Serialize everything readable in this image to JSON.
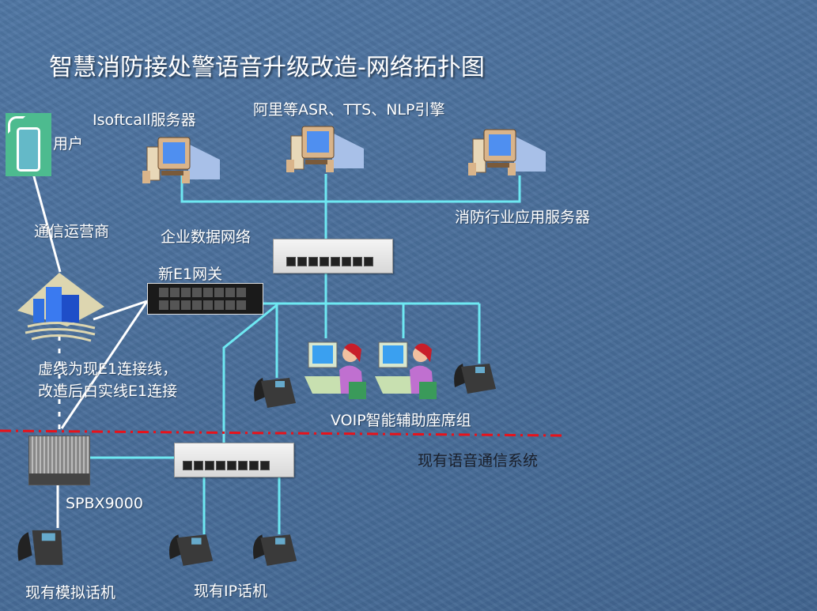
{
  "title": "智慧消防接处警语音升级改造-网络拓扑图",
  "labels": {
    "user": "用户",
    "isoftcall": "Isoftcall服务器",
    "asr": "阿里等ASR、TTS、NLP引擎",
    "fire_app": "消防行业应用服务器",
    "carrier": "通信运营商",
    "enterprise_net": "企业数据网络",
    "e1_gateway": "新E1网关",
    "note_line1": "虚线为现E1连接线，",
    "note_line2": "改造后白实线E1连接",
    "voip_group": "VOIP智能辅助座席组",
    "existing_system": "现有语音通信系统",
    "spbx": "SPBX9000",
    "analog_phone": "现有模拟话机",
    "ip_phone": "现有IP话机"
  },
  "colors": {
    "link": "#6ee8f2",
    "e1_new": "#ffffff",
    "boundary": "#e8121a"
  }
}
